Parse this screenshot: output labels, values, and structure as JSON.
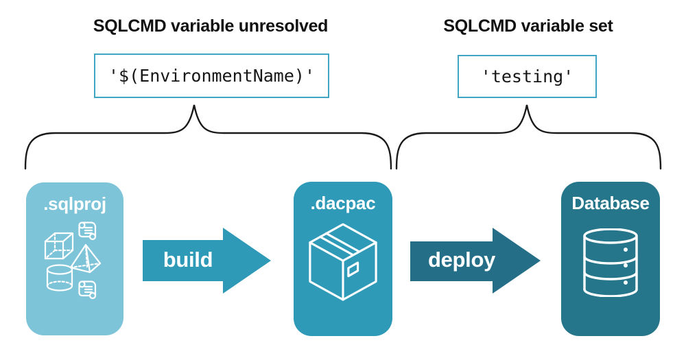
{
  "colors": {
    "background": "#ffffff",
    "ink": "#1a1a1a",
    "white": "#ffffff",
    "sqlproj_fill": "#7EC4D9",
    "teal": "#2E9AB7",
    "dark_teal": "#256E87",
    "database_fill": "#26768B",
    "code_box_border": "#3FA5C2",
    "heading_text": "#111111",
    "code_text": "#161616"
  },
  "annotations": {
    "unresolved": {
      "heading": "SQLCMD variable unresolved",
      "code": "'$(EnvironmentName)'"
    },
    "resolved": {
      "heading": "SQLCMD variable set",
      "code": "'testing'"
    }
  },
  "pipeline": {
    "nodes": {
      "sqlproj": {
        "label": ".sqlproj",
        "icon": "sql-objects-icons"
      },
      "dacpac": {
        "label": ".dacpac",
        "icon": "package-box-icon"
      },
      "database": {
        "label": "Database",
        "icon": "database-cylinder-icon"
      }
    },
    "arrows": {
      "build": {
        "label": "build"
      },
      "deploy": {
        "label": "deploy"
      }
    }
  }
}
